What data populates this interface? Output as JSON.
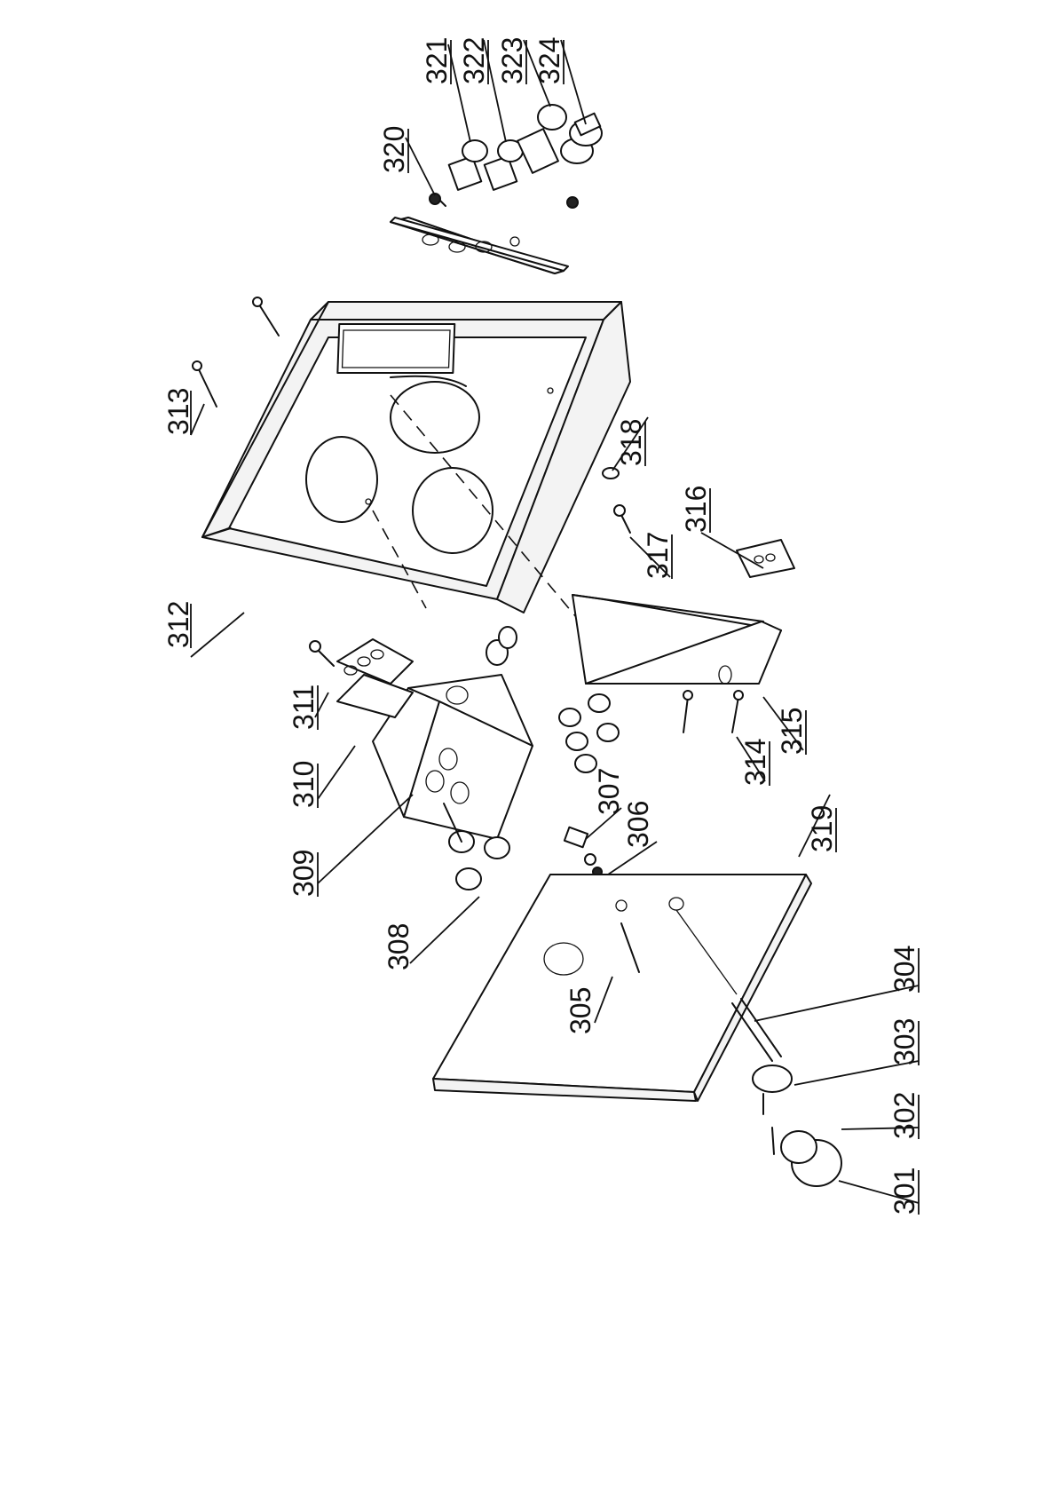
{
  "parts": [
    {
      "id": "p301",
      "label": "301"
    },
    {
      "id": "p302",
      "label": "302"
    },
    {
      "id": "p303",
      "label": "303"
    },
    {
      "id": "p304",
      "label": "304"
    },
    {
      "id": "p305",
      "label": "305"
    },
    {
      "id": "p306",
      "label": "306"
    },
    {
      "id": "p307",
      "label": "307"
    },
    {
      "id": "p308",
      "label": "308"
    },
    {
      "id": "p309",
      "label": "309"
    },
    {
      "id": "p310",
      "label": "310"
    },
    {
      "id": "p311",
      "label": "311"
    },
    {
      "id": "p312",
      "label": "312"
    },
    {
      "id": "p313",
      "label": "313"
    },
    {
      "id": "p314",
      "label": "314"
    },
    {
      "id": "p315",
      "label": "315"
    },
    {
      "id": "p316",
      "label": "316"
    },
    {
      "id": "p317",
      "label": "317"
    },
    {
      "id": "p318",
      "label": "318"
    },
    {
      "id": "p319",
      "label": "319"
    },
    {
      "id": "p320",
      "label": "320"
    },
    {
      "id": "p321",
      "label": "321"
    },
    {
      "id": "p322",
      "label": "322"
    },
    {
      "id": "p323",
      "label": "323"
    },
    {
      "id": "p324",
      "label": "324"
    }
  ]
}
